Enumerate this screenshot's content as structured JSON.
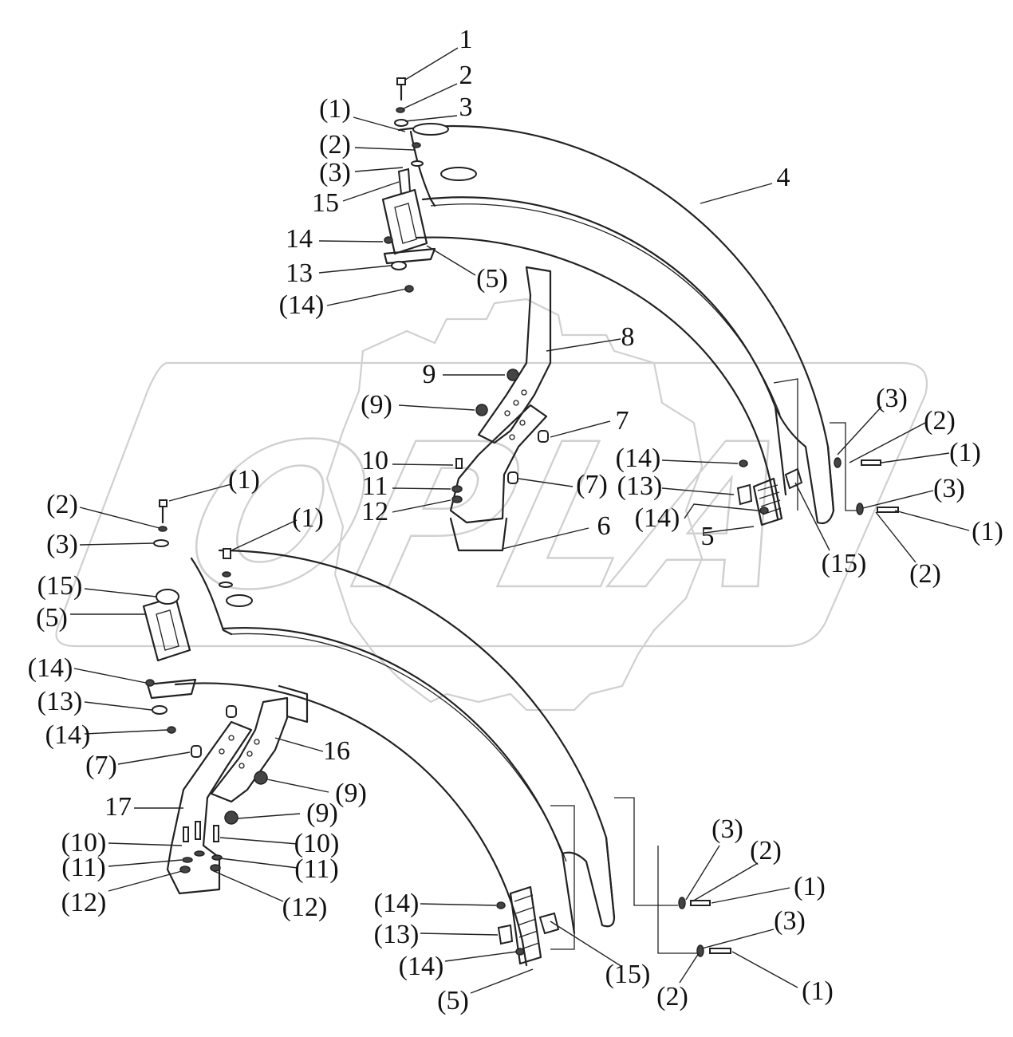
{
  "diagram": {
    "labels": [
      {
        "id": "l1",
        "text": "1"
      },
      {
        "id": "l2",
        "text": "2"
      },
      {
        "id": "l3",
        "text": "3"
      },
      {
        "id": "l4",
        "text": "(1)"
      },
      {
        "id": "l5",
        "text": "(2)"
      },
      {
        "id": "l6",
        "text": "(3)"
      },
      {
        "id": "l7",
        "text": "15"
      },
      {
        "id": "l8",
        "text": "4"
      },
      {
        "id": "l9",
        "text": "14"
      },
      {
        "id": "l10",
        "text": "13"
      },
      {
        "id": "l11",
        "text": "(5)"
      },
      {
        "id": "l12",
        "text": "(14)"
      },
      {
        "id": "l13",
        "text": "8"
      },
      {
        "id": "l14",
        "text": "9"
      },
      {
        "id": "l15",
        "text": "(9)"
      },
      {
        "id": "l16",
        "text": "7"
      },
      {
        "id": "l17",
        "text": "10"
      },
      {
        "id": "l18",
        "text": "11"
      },
      {
        "id": "l19",
        "text": "12"
      },
      {
        "id": "l20",
        "text": "(7)"
      },
      {
        "id": "l21",
        "text": "6"
      },
      {
        "id": "l22",
        "text": "(14)"
      },
      {
        "id": "l23",
        "text": "(13)"
      },
      {
        "id": "l24",
        "text": "(14)"
      },
      {
        "id": "l25",
        "text": "5"
      },
      {
        "id": "l26",
        "text": "(15)"
      },
      {
        "id": "l27",
        "text": "(3)"
      },
      {
        "id": "l28",
        "text": "(2)"
      },
      {
        "id": "l29",
        "text": "(1)"
      },
      {
        "id": "l30",
        "text": "(3)"
      },
      {
        "id": "l31",
        "text": "(1)"
      },
      {
        "id": "l32",
        "text": "(2)"
      },
      {
        "id": "l33",
        "text": "(1)"
      },
      {
        "id": "l34",
        "text": "(2)"
      },
      {
        "id": "l35",
        "text": "(3)"
      },
      {
        "id": "l36",
        "text": "(1)"
      },
      {
        "id": "l37",
        "text": "(15)"
      },
      {
        "id": "l38",
        "text": "(5)"
      },
      {
        "id": "l39",
        "text": "(14)"
      },
      {
        "id": "l40",
        "text": "(13)"
      },
      {
        "id": "l41",
        "text": "(14)"
      },
      {
        "id": "l42",
        "text": "16"
      },
      {
        "id": "l43",
        "text": "(7)"
      },
      {
        "id": "l44",
        "text": "(9)"
      },
      {
        "id": "l45",
        "text": "17"
      },
      {
        "id": "l46",
        "text": "(9)"
      },
      {
        "id": "l47",
        "text": "(10)"
      },
      {
        "id": "l48",
        "text": "(10)"
      },
      {
        "id": "l49",
        "text": "(11)"
      },
      {
        "id": "l50",
        "text": "(11)"
      },
      {
        "id": "l51",
        "text": "(12)"
      },
      {
        "id": "l52",
        "text": "(12)"
      },
      {
        "id": "l53",
        "text": "(3)"
      },
      {
        "id": "l54",
        "text": "(2)"
      },
      {
        "id": "l55",
        "text": "(1)"
      },
      {
        "id": "l56",
        "text": "(3)"
      },
      {
        "id": "l57",
        "text": "(14)"
      },
      {
        "id": "l58",
        "text": "(13)"
      },
      {
        "id": "l59",
        "text": "(14)"
      },
      {
        "id": "l60",
        "text": "(15)"
      },
      {
        "id": "l61",
        "text": "(5)"
      },
      {
        "id": "l62",
        "text": "(2)"
      },
      {
        "id": "l63",
        "text": "(1)"
      }
    ],
    "watermark": {
      "text": "OPLA"
    }
  },
  "colors": {
    "ink": "#222222",
    "watermark": "#d0d0d0",
    "background": "#ffffff"
  }
}
